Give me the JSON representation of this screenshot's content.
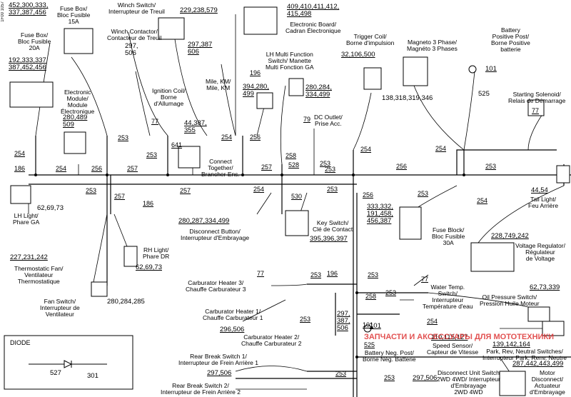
{
  "doc_code": "1F00 1057",
  "components": [
    {
      "id": "fuse-box-15",
      "nums": "452,300,333,\n337,387,456",
      "label": "Fuse Box/\nBloc Fusible\n15A"
    },
    {
      "id": "winch-switch",
      "nums": "229,238,579",
      "label": "Winch Switch/\nInterrupteur de Treuil"
    },
    {
      "id": "electronic-board",
      "nums": "409,410,411,412,\n415,498",
      "label": "Electronic Board/\nCadran Électronique"
    },
    {
      "id": "winch-contactor",
      "nums": "297,\n506",
      "label": "Winch Contactor/\nContacteur de Treuil"
    },
    {
      "id": "fuse-box-20",
      "nums": "192,333,337\n387,452,456",
      "label": "Fuse Box/\nBloc Fusible\n20A"
    },
    {
      "id": "mile-km",
      "nums": "297,387\n606",
      "label": "Mile, KM/\nMile, KM"
    },
    {
      "id": "ecm",
      "nums": "280,489\n509",
      "label": "Electronic\nModule/\nModule\nÉlectronique"
    },
    {
      "id": "ignition-coil",
      "nums": "",
      "label": "Ignition Coil/\nBorne\nd'Allumage"
    },
    {
      "id": "lh-multifunction",
      "nums": "394,280,\n499",
      "label": "LH Multi Function\nSwitch/ Manette\nMulti Fonction GA"
    },
    {
      "id": "trigger-coil",
      "nums": "32,106,500",
      "label": "Trigger Coil/\nBorne d'impulsion"
    },
    {
      "id": "magneto",
      "nums": "138,318,319,346",
      "label": "Magneto 3 Phase/\nMagnéto 3 Phases"
    },
    {
      "id": "battery-pos",
      "nums": "101",
      "label": "Battery\nPositive Post/\nBorne Positive\nbatterie"
    },
    {
      "id": "dc-outlet",
      "nums": "280,284,\n334,499",
      "label": "DC Outlet/\nPrise Acc."
    },
    {
      "id": "connect",
      "nums": "44,387,\n355",
      "label": "Connect\nTogether/\nBrancher Ens."
    },
    {
      "id": "starting-solenoid",
      "nums": "525",
      "label": "Starting Solenoid/\nRelais de Démarrage"
    },
    {
      "id": "lh-light",
      "nums": "62,69,73",
      "label": "LH Light/\nPhare GA"
    },
    {
      "id": "tail-light",
      "nums": "44,54",
      "label": "Tail Light/\nFeu Arrière"
    },
    {
      "id": "rh-light",
      "nums": "62,69,73",
      "label": "RH Light/\nPhare DR"
    },
    {
      "id": "disconnect",
      "nums": "280,287,334,499",
      "label": "Disconnect Button/\nInterrupteur d'Embrayage"
    },
    {
      "id": "key-switch",
      "nums": "395,396,397",
      "label": "Key Switch/\nClé de Contact"
    },
    {
      "id": "fuse-block-30",
      "nums": "333,332,\n191,458,\n456,387",
      "label": "Fuse Block/\nBloc Fusible\n30A"
    },
    {
      "id": "voltage-regulator",
      "nums": "228,749,242",
      "label": "Voltage Regulator/\nRégulateur\nde Voltage"
    },
    {
      "id": "thermostatic-fan",
      "nums": "227,231,242",
      "label": "Thermostatic Fan/\nVentilateur\nThermostatique"
    },
    {
      "id": "carb-heater-3",
      "nums": "",
      "label": "Carburator Heater 3/\nChauffe Carburateur 3"
    },
    {
      "id": "water-temp",
      "nums": "",
      "label": "Water Temp.\nSwitch/\nInterrupteur\nTempérature d'eau"
    },
    {
      "id": "oil-pressure",
      "nums": "62,73,339",
      "label": "Oil Pressure Switch/\nPression Huile Moteur"
    },
    {
      "id": "fan-switch",
      "nums": "280,284,285",
      "label": "Fan Switch/\nInterrupteur de\nVentilateur"
    },
    {
      "id": "carb-heater-1",
      "nums": "296,506",
      "label": "Carburator Heater 1/\nChauffe Carburateur 1"
    },
    {
      "id": "carb-heater-2",
      "nums": "297,\n387,\n506",
      "label": "Carburator Heater 2/\nChauffe Carburateur 2"
    },
    {
      "id": "battery-neg",
      "nums": "101",
      "label": "Battery Neg. Post/\nBorne Nég. Batterie"
    },
    {
      "id": "speed-sensor",
      "nums": "110,115,127",
      "label": "Speed Sensor/\nCapteur de Vitesse"
    },
    {
      "id": "neutral-switches",
      "nums": "139,142,164",
      "label": "Park, Rev, Neutral Switches/\nInterrupteur Park, Renv, Neutre"
    },
    {
      "id": "rear-brake-1",
      "nums": "",
      "label": "Rear Break Switch 1/\nInterrupteur de Frein Arrière 1"
    },
    {
      "id": "rear-brake-2",
      "nums": "297,506",
      "label": "Rear Break Switch 2/\nInterrupteur de Frein Arrière 2"
    },
    {
      "id": "disconnect-unit",
      "nums": "297,506",
      "label": "Disconnect Unit Switch\n2WD 4WD/ Interrupteur\nd'Embrayage\n2WD 4WD"
    },
    {
      "id": "motor-disconnect",
      "nums": "287,442,443,499",
      "label": "Motor\nDisconnect/\nActuateur\nd'Embrayage"
    }
  ],
  "wire_refs": [
    "254",
    "186",
    "254",
    "256",
    "253",
    "257",
    "253",
    "253",
    "257",
    "254",
    "256",
    "257",
    "258",
    "528",
    "253",
    "530",
    "253",
    "254",
    "256",
    "253",
    "253",
    "254",
    "253",
    "257",
    "186",
    "254",
    "196",
    "77",
    "641",
    "79",
    "77",
    "77",
    "77",
    "253",
    "196",
    "253",
    "258",
    "253",
    "254",
    "253",
    "253",
    "525",
    "253",
    "256",
    "254",
    "101",
    "525"
  ],
  "diode": {
    "title": "DIODE",
    "left": "527",
    "right": "301"
  },
  "watermark": "ЗАПЧАСТИ И АКСЕССУАРЫ ДЛЯ МОТОТЕХНИКИ"
}
